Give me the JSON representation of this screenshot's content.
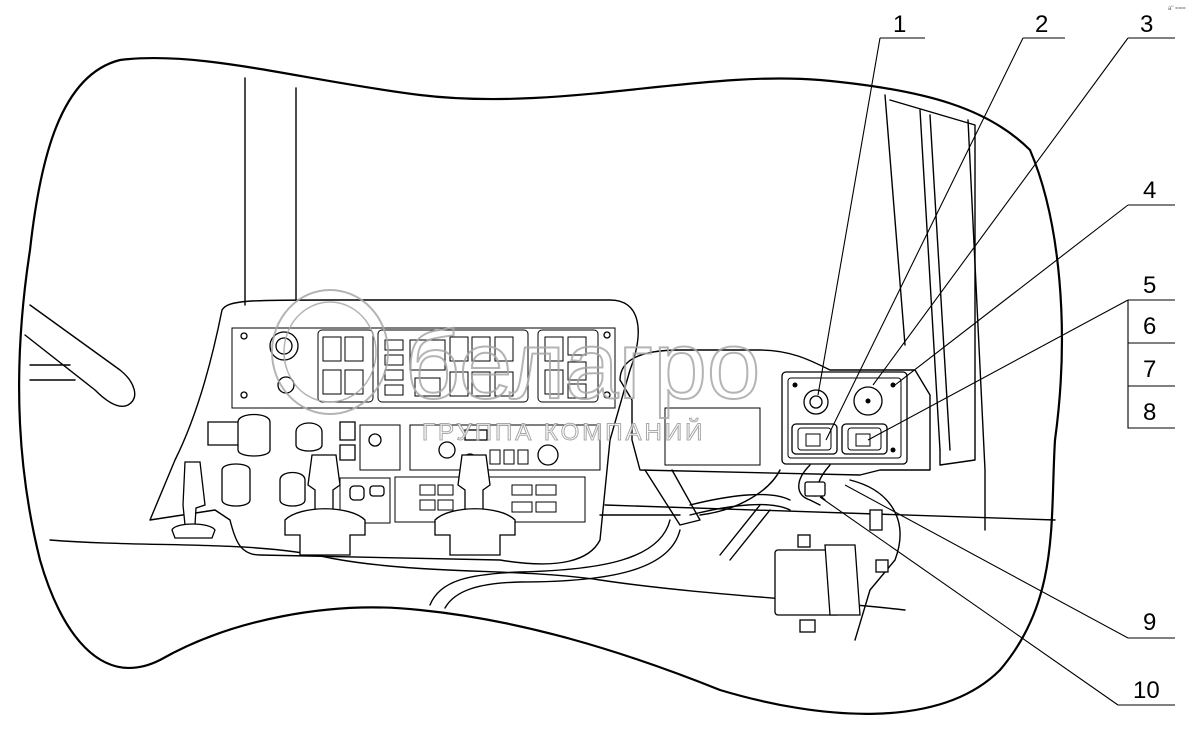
{
  "callouts": [
    "1",
    "2",
    "3",
    "4",
    "5",
    "6",
    "7",
    "8",
    "9",
    "10"
  ],
  "watermark": {
    "logo": "белагро",
    "caption": "ГРУППА КОМПАНИЙ"
  },
  "corner_mark": "a\" ===",
  "colors": {
    "line": "#000000",
    "background": "#ffffff",
    "watermark": "#a8a8a8"
  }
}
